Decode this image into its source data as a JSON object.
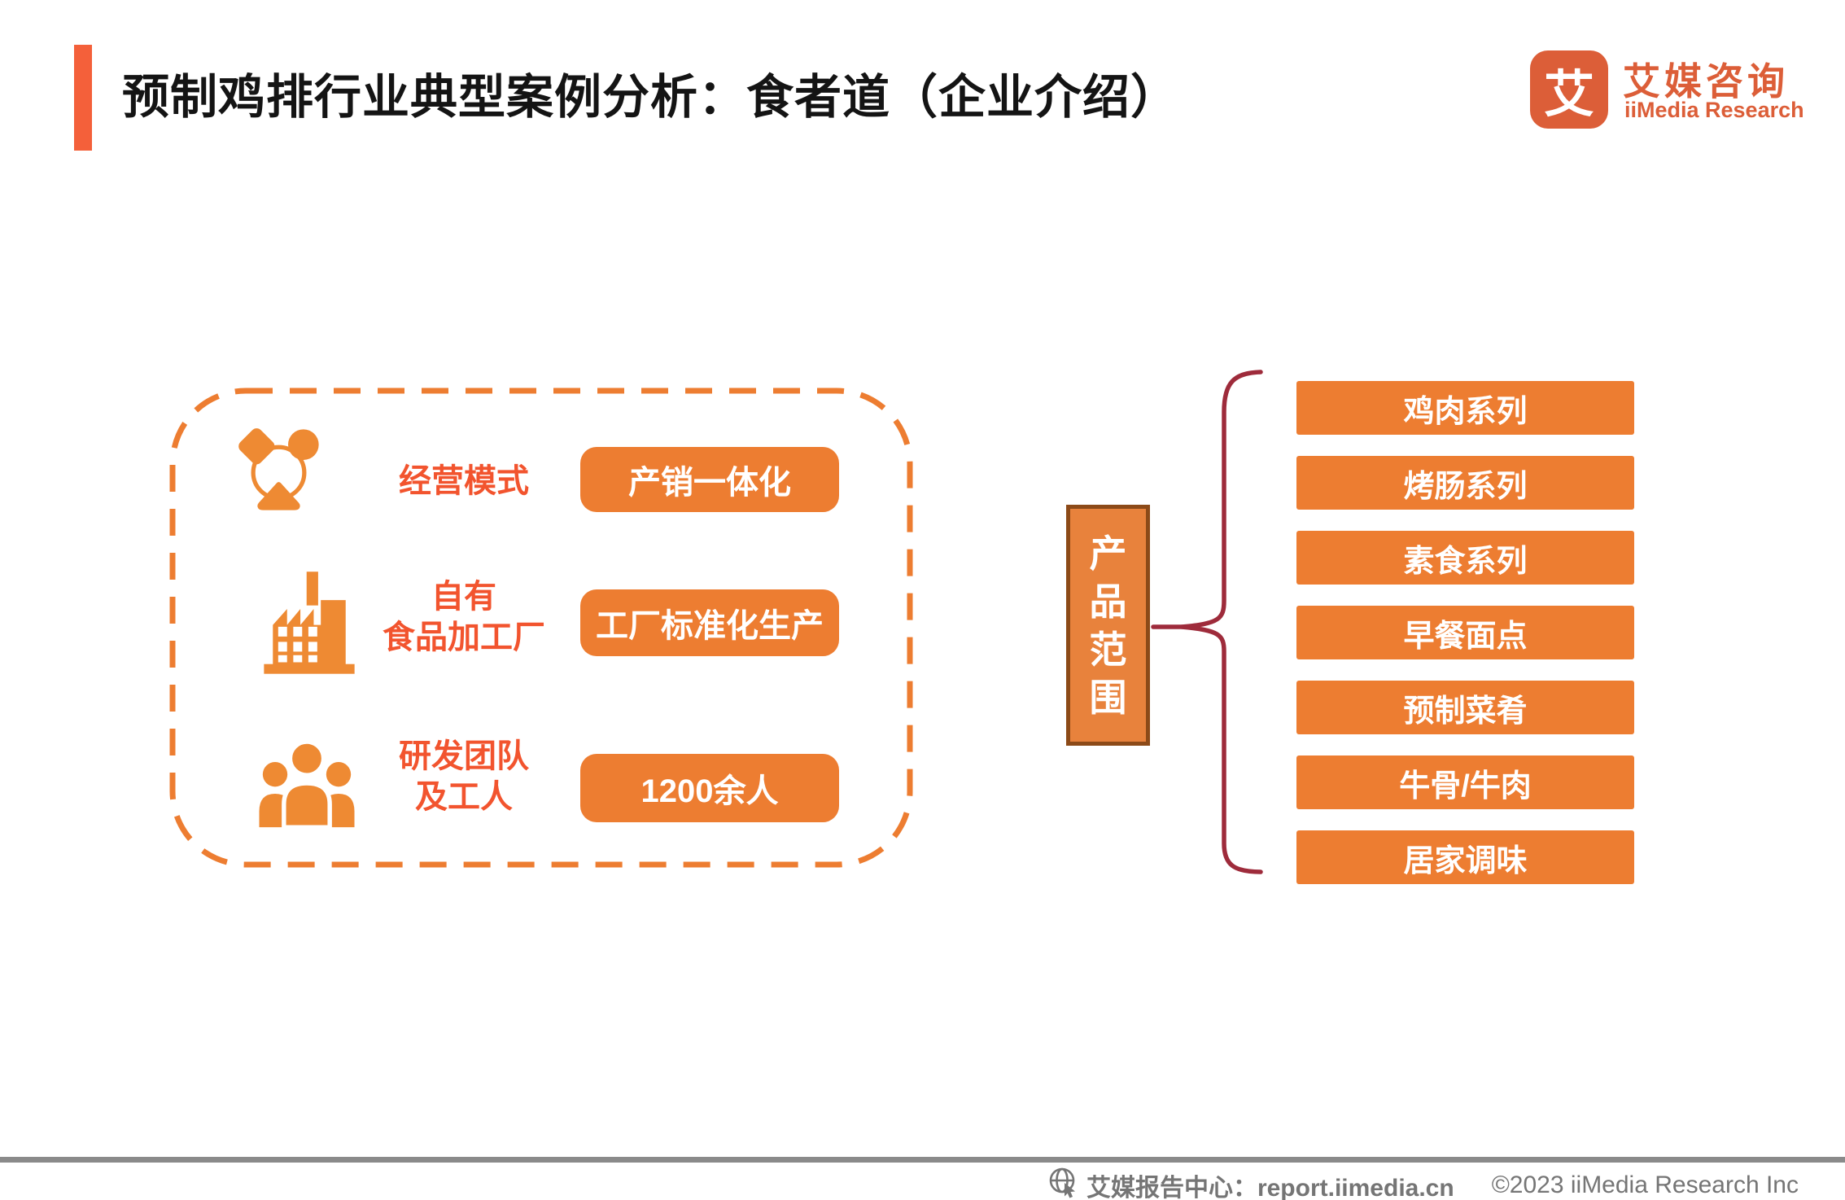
{
  "header": {
    "title": "预制鸡排行业典型案例分析：食者道（企业介绍）",
    "logo": {
      "mark": "艾",
      "name_cn": "艾媒咨询",
      "name_en": "iiMedia Research"
    }
  },
  "left_panel": {
    "rows": [
      {
        "icon": "network-icon",
        "label_lines": [
          "经营模式"
        ],
        "value": "产销一体化"
      },
      {
        "icon": "factory-icon",
        "label_lines": [
          "自有",
          "食品加工厂"
        ],
        "value": "工厂标准化生产"
      },
      {
        "icon": "team-icon",
        "label_lines": [
          "研发团队",
          "及工人"
        ],
        "value": "1200余人"
      }
    ]
  },
  "right_panel": {
    "category_label": "产品范围",
    "category_chars": [
      "产",
      "品",
      "范",
      "围"
    ],
    "items": [
      "鸡肉系列",
      "烤肠系列",
      "素食系列",
      "早餐面点",
      "预制菜肴",
      "牛骨/牛肉",
      "居家调味"
    ]
  },
  "footer": {
    "report_center": "艾媒报告中心：report.iimedia.cn",
    "copyright": "©2023  iiMedia Research  Inc"
  },
  "colors": {
    "accent_red_orange": "#F4603A",
    "label_red_orange": "#F2542E",
    "shape_orange": "#ED7D31",
    "category_box_fill": "#E8823C",
    "category_box_border": "#8C4A18",
    "brace_dark_red": "#9E2B3B",
    "logo_orange": "#DC5E38",
    "footer_gray": "#757575"
  }
}
